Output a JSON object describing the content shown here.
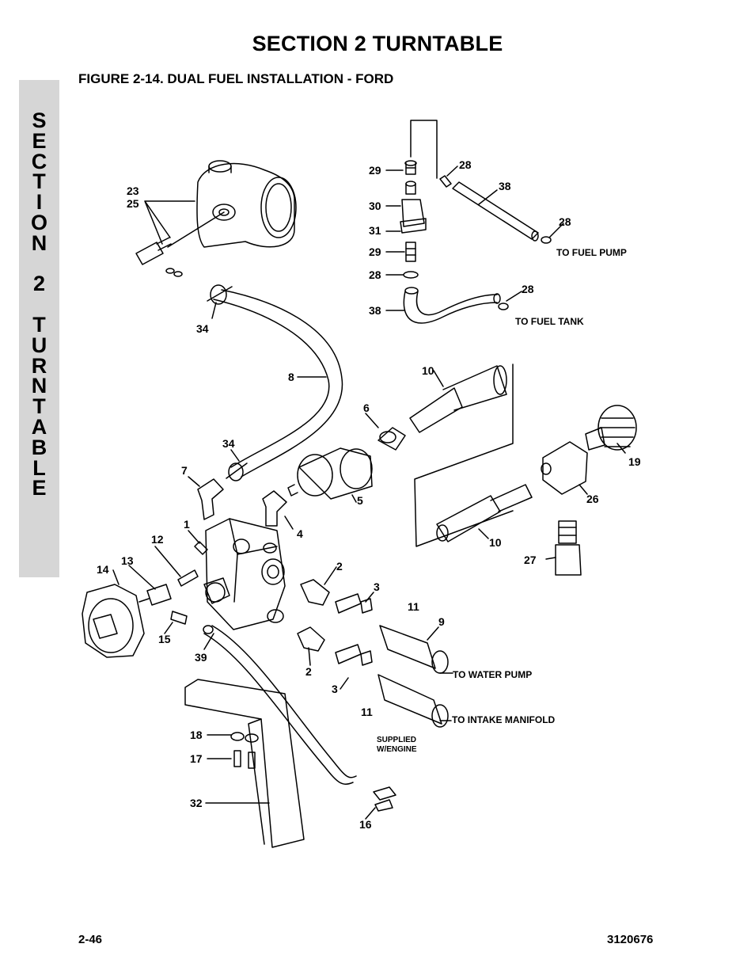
{
  "header": {
    "section_title": "SECTION 2  TURNTABLE",
    "figure_title": "FIGURE 2-14.  DUAL FUEL INSTALLATION - FORD"
  },
  "side_tab": {
    "letters": [
      "S",
      "E",
      "C",
      "T",
      "I",
      "O",
      "N",
      "",
      "2",
      "",
      "T",
      "U",
      "R",
      "N",
      "T",
      "A",
      "B",
      "L",
      "E"
    ]
  },
  "callouts": {
    "c29a": "29",
    "c28a": "28",
    "c38a": "38",
    "c30": "30",
    "c31": "31",
    "c29b": "29",
    "c28b": "28",
    "c28c": "28",
    "c28d": "28",
    "c38b": "38",
    "c23": "23",
    "c25": "25",
    "c34a": "34",
    "c8": "8",
    "c10a": "10",
    "c6": "6",
    "c34b": "34",
    "c7": "7",
    "c5": "5",
    "c19": "19",
    "c26": "26",
    "c4": "4",
    "c1": "1",
    "c12": "12",
    "c10b": "10",
    "c27": "27",
    "c14": "14",
    "c13": "13",
    "c2a": "2",
    "c3a": "3",
    "c11a": "11",
    "c9": "9",
    "c15": "15",
    "c39": "39",
    "c2b": "2",
    "c3b": "3",
    "c11b": "11",
    "c18": "18",
    "c17": "17",
    "c32": "32",
    "c16": "16"
  },
  "notes": {
    "fuel_pump": "TO FUEL PUMP",
    "fuel_tank": "TO FUEL TANK",
    "water_pump": "TO WATER PUMP",
    "intake_manifold": "TO INTAKE MANIFOLD",
    "supplied_1": "SUPPLIED",
    "supplied_2": "W/ENGINE"
  },
  "footer": {
    "page_number": "2-46",
    "doc_number": "3120676"
  }
}
